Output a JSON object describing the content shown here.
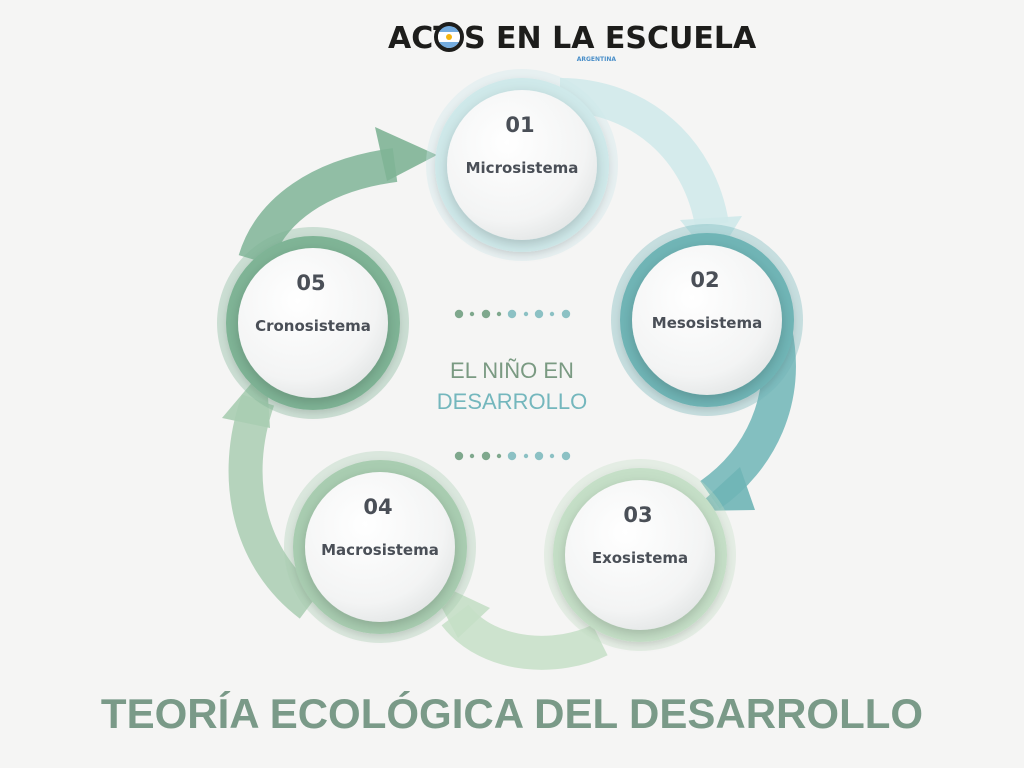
{
  "logo": {
    "left": "ACT",
    "right": "S EN LA ESCUELA",
    "country": "ARGENTINA",
    "flag_colors": [
      "#74acdf",
      "#ffffff",
      "#f6b40e"
    ]
  },
  "center": {
    "line1": "EL NIÑO EN",
    "line2": "DESARROLLO"
  },
  "title": "TEORÍA ECOLÓGICA DEL DESARROLLO",
  "stages": [
    {
      "num": "01",
      "label": "Microsistema",
      "color": "#cfe9ea"
    },
    {
      "num": "02",
      "label": "Mesosistema",
      "color": "#6fb5b6"
    },
    {
      "num": "03",
      "label": "Exosistema",
      "color": "#c5dfc7"
    },
    {
      "num": "04",
      "label": "Macrosistema",
      "color": "#a9cdb1"
    },
    {
      "num": "05",
      "label": "Cronosistema",
      "color": "#7fb496"
    }
  ],
  "colors": {
    "background": "#f5f5f4",
    "text_dark": "#4a4f57",
    "center_line1": "#7a9a82",
    "center_line2": "#74b7bd",
    "title": "#7a9a88"
  }
}
